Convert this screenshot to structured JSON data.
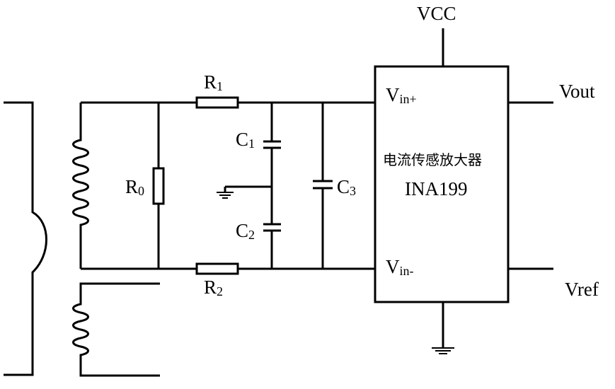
{
  "labels": {
    "vcc": "VCC",
    "vout": "Vout",
    "vref": "Vref",
    "vin_plus_main": "V",
    "vin_plus_sub": "in+",
    "vin_minus_main": "V",
    "vin_minus_sub": "in-",
    "chip_name_cn": "电流传感放大器",
    "chip_part": "INA199",
    "r0_main": "R",
    "r0_sub": "0",
    "r1_main": "R",
    "r1_sub": "1",
    "r2_main": "R",
    "r2_sub": "2",
    "c1_main": "C",
    "c1_sub": "1",
    "c2_main": "C",
    "c2_sub": "2",
    "c3_main": "C",
    "c3_sub": "3"
  }
}
